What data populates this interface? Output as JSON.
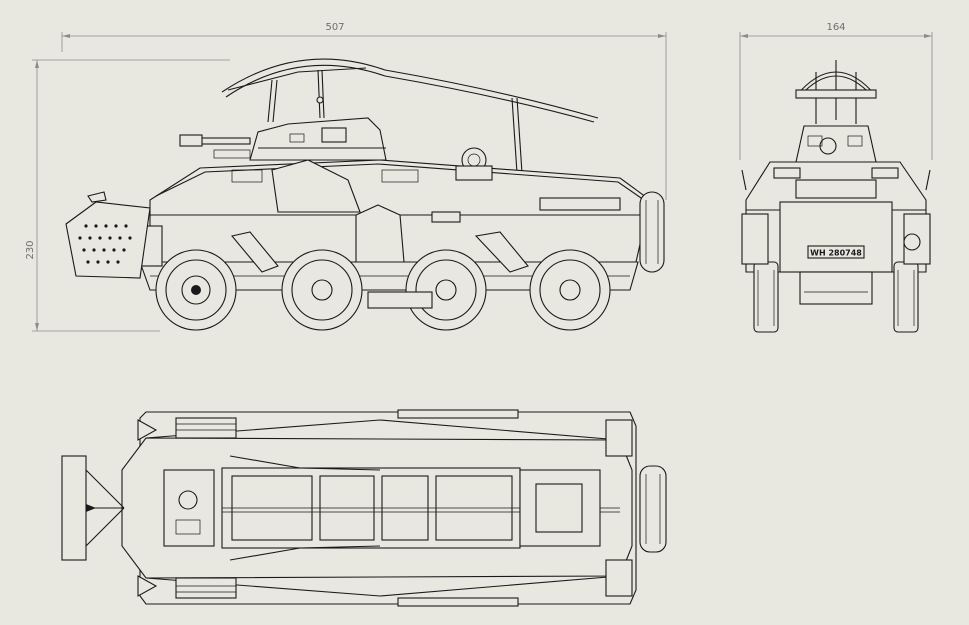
{
  "dimensions": {
    "side_length": "507",
    "side_height": "230",
    "front_width": "164"
  },
  "plate_text": "WH 280748",
  "colors": {
    "background": "#e8e8e0",
    "line": "#1a1a1a",
    "dimension": "#8c8c8c",
    "dimension_text": "#6e6e6e"
  }
}
